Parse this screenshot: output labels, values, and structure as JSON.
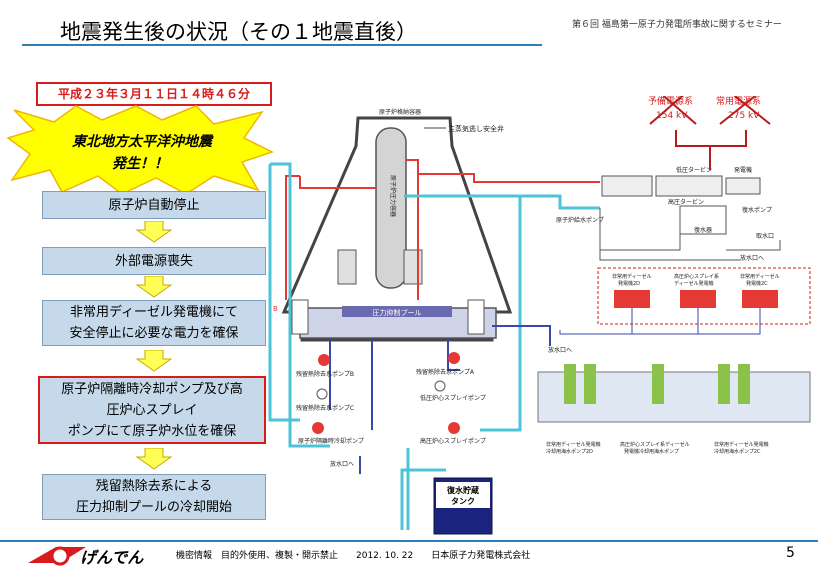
{
  "header": {
    "title": "地震発生後の状況（その１地震直後）",
    "seminar": "第６回 福島第一原子力発電所事故に関するセミナー"
  },
  "timeline": {
    "date": "平成２３年３月１１日１４時４６分",
    "earthquake_line1": "東北地方太平洋沖地震",
    "earthquake_line2": "発生！！",
    "steps": [
      {
        "lines": [
          "原子炉自動停止"
        ]
      },
      {
        "lines": [
          "外部電源喪失"
        ]
      },
      {
        "lines": [
          "非常用ディーゼル発電機にて",
          "安全停止に必要な電力を確保"
        ]
      },
      {
        "lines": [
          "原子炉隔離時冷却ポンプ及び高",
          "圧炉心スプレイ",
          "ポンプにて原子炉水位を確保"
        ]
      },
      {
        "lines": [
          "残留熱除去系による",
          "圧力抑制プールの冷却開始"
        ]
      }
    ]
  },
  "diagram": {
    "reserve_power": "予備電源系",
    "reserve_kv": "154 kV",
    "normal_power": "常用電源系",
    "normal_kv": "275 kV",
    "containment": "原子炉格納容器",
    "safety_valve": "主蒸気逃し安全弁",
    "rpv": "原子炉圧力容器",
    "suppression_pool": "圧力抑制プール",
    "hp_turbine": "高圧タービン",
    "lp_turbine": "低圧タービン",
    "generator": "発電機",
    "condenser": "復水器",
    "feedwater_pump": "原子炉給水ポンプ",
    "condensate_pump": "復水ポンプ",
    "intake": "取水口",
    "discharge_right": "放水口へ",
    "discharge_mid": "放水口へ",
    "discharge_bottom": "放水口へ",
    "rhr_pump_b": "残留熱除去系ポンプB",
    "rhr_pump_a": "残留熱除去系ポンプA",
    "rhr_pump_c": "残留熱除去系ポンプC",
    "lpcs_pump": "低圧炉心スプレイポンプ",
    "rcic_pump": "原子炉隔離時冷却ポンプ",
    "hpcs_pump": "高圧炉心スプレイポンプ",
    "dg_2d": "非常用ディーゼル\n発電機2D",
    "dg_hpcs": "高圧炉心スプレイ系\nディーゼル発電機",
    "dg_2c": "非常用ディーゼル\n発電機2C",
    "sw_2d": "非常用ディーゼル発電機\n冷却用海水ポンプ2D",
    "sw_hpcs": "高圧炉心スプレイ系ディーゼル\n発電機冷却用海水ポンプ",
    "sw_2c": "非常用ディーゼル発電機\n冷却用海水ポンプ2C",
    "cst_line1": "復水貯蔵",
    "cst_line2": "タンク",
    "rhr_marker": "B",
    "colors": {
      "steam": "#e53935",
      "water": "#4dc3d8",
      "rhr": "#3949ab",
      "dg": "#e53935"
    }
  },
  "footer": {
    "logo": "げんでん",
    "notice": "機密情報　目的外使用、複製・開示禁止　　2012. 10. 22　　日本原子力発電株式会社",
    "page": "5"
  }
}
